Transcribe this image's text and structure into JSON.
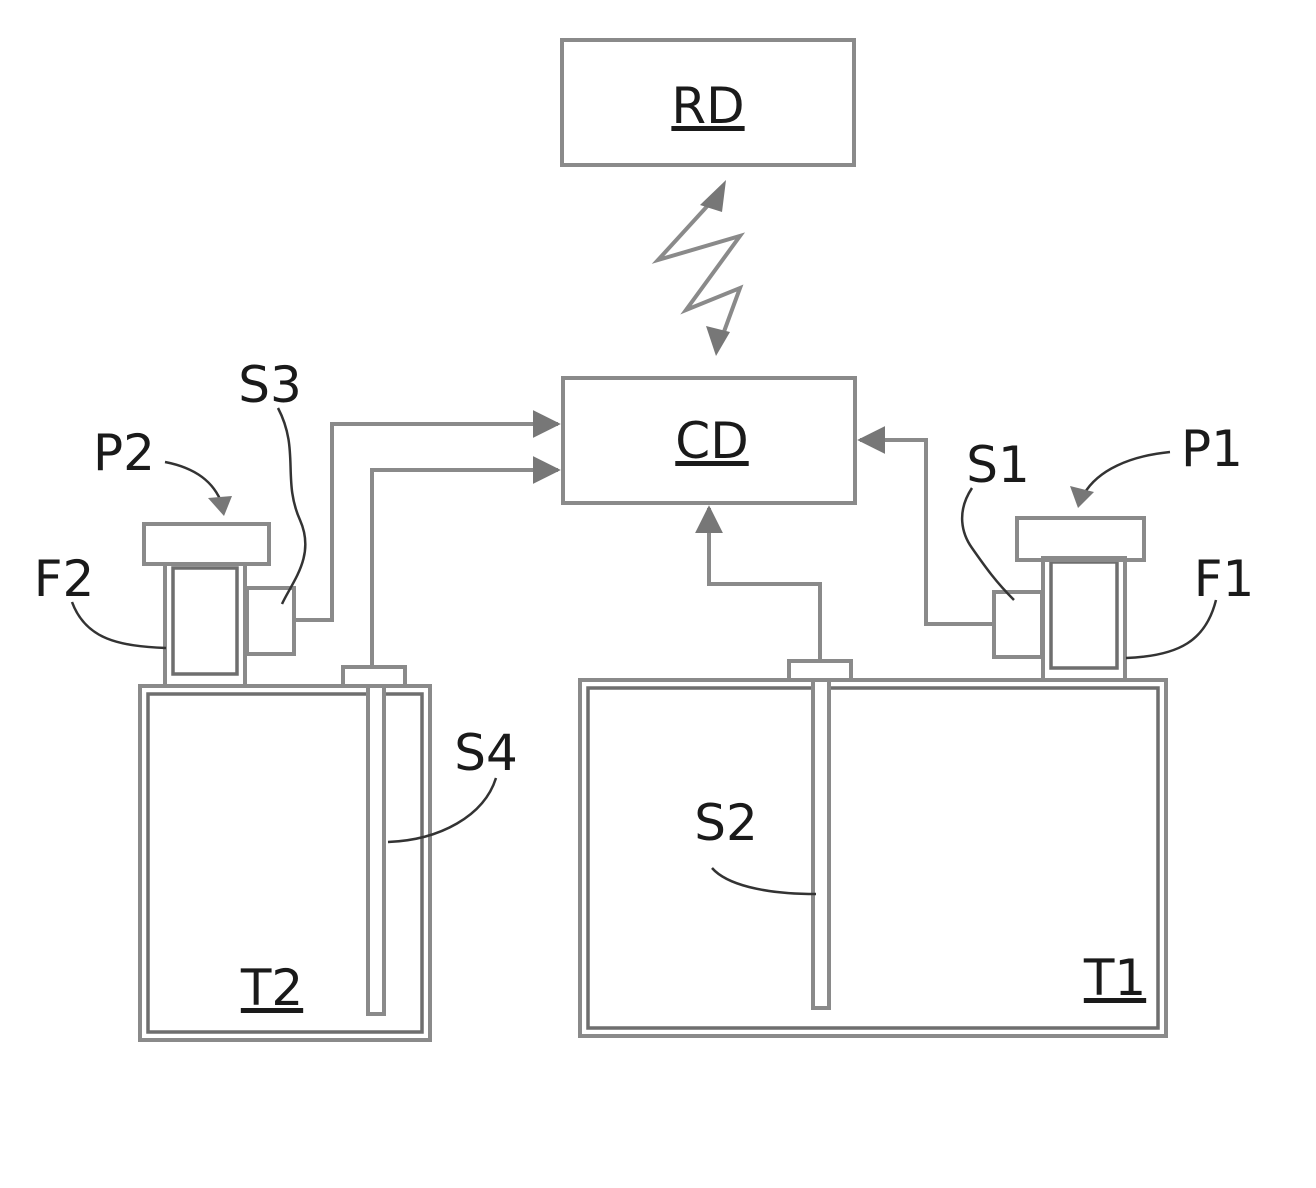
{
  "blocks": {
    "rd": "RD",
    "cd": "CD",
    "t1": "T1",
    "t2": "T2"
  },
  "labels": {
    "p1": "P1",
    "p2": "P2",
    "f1": "F1",
    "f2": "F2",
    "s1": "S1",
    "s2": "S2",
    "s3": "S3",
    "s4": "S4"
  },
  "colors": {
    "line": "#8a8a8a",
    "arrow": "#777777",
    "text": "#1a1a1a"
  }
}
